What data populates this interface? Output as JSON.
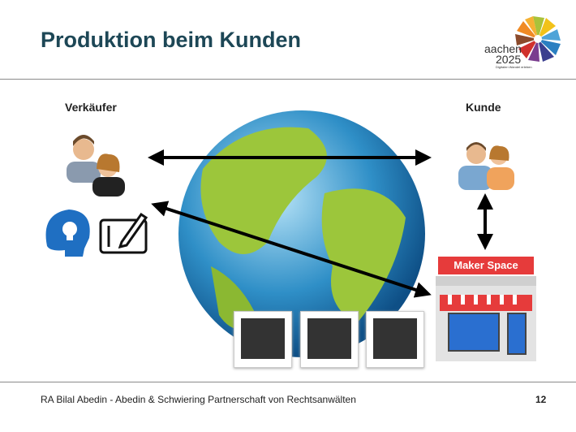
{
  "slide": {
    "title": "Produktion beim Kunden",
    "page_number": "12",
    "footer": "RA Bilal Abedin - Abedin & Schwiering Partnerschaft von Rechtsanwälten"
  },
  "logo": {
    "line1": "aachen",
    "line2": "2025",
    "tagline": "Digitalen Wandel erleben"
  },
  "diagram": {
    "seller_label": "Verkäufer",
    "customer_label": "Kunde",
    "shop_sign": "Maker Space"
  }
}
